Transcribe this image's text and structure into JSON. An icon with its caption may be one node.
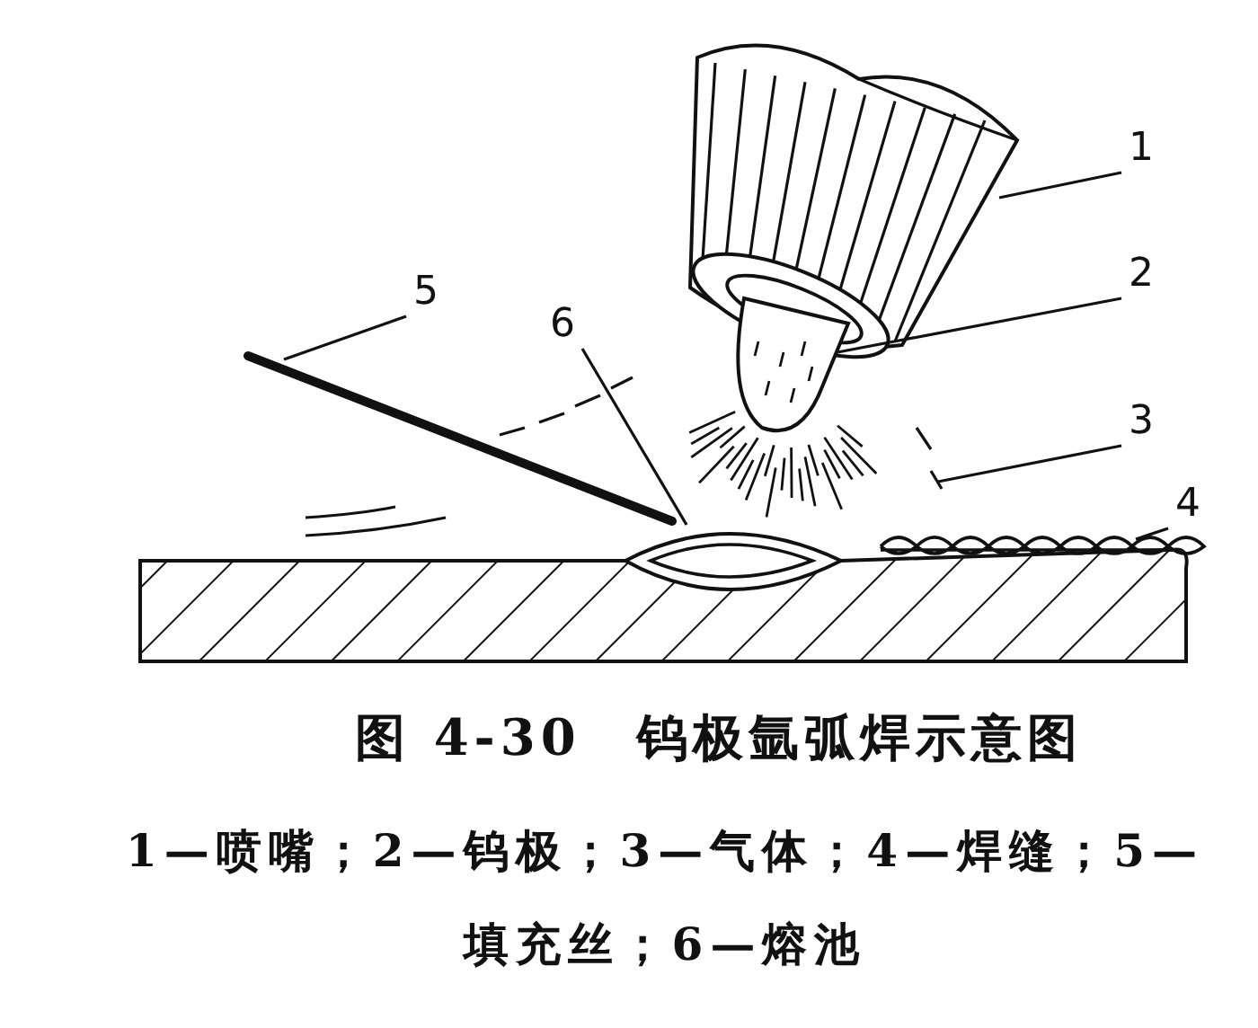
{
  "diagram": {
    "title": "图 4-30　钨极氩弧焊示意图",
    "caption": "1—喷嘴；2—钨极；3—气体；4—焊缝；5—填充丝；6—熔池",
    "nodes": [
      {
        "text": [
          "1"
        ]
      },
      {
        "text": [
          "2"
        ]
      },
      {
        "text": [
          "3"
        ]
      },
      {
        "text": [
          "4"
        ]
      },
      {
        "text": [
          "5"
        ]
      },
      {
        "text": [
          "6"
        ]
      },
      {
        "text": [],
        "shape": "picture"
      },
      {
        "text": [],
        "shape": "picture"
      },
      {
        "text": [],
        "shape": "picture"
      },
      {
        "text": [],
        "shape": "picture"
      },
      {
        "text": [],
        "shape": "picture"
      },
      {
        "text": [],
        "shape": "picture"
      }
    ],
    "edges": [
      {
        "from": 0,
        "to": 6,
        "arrow": "none"
      },
      {
        "from": 1,
        "to": 7,
        "arrow": "none"
      },
      {
        "from": 2,
        "to": 8,
        "arrow": "none"
      },
      {
        "from": 3,
        "to": 9,
        "arrow": "none"
      },
      {
        "from": 4,
        "to": 10,
        "arrow": "none"
      },
      {
        "from": 5,
        "to": 11,
        "arrow": "none"
      }
    ]
  }
}
